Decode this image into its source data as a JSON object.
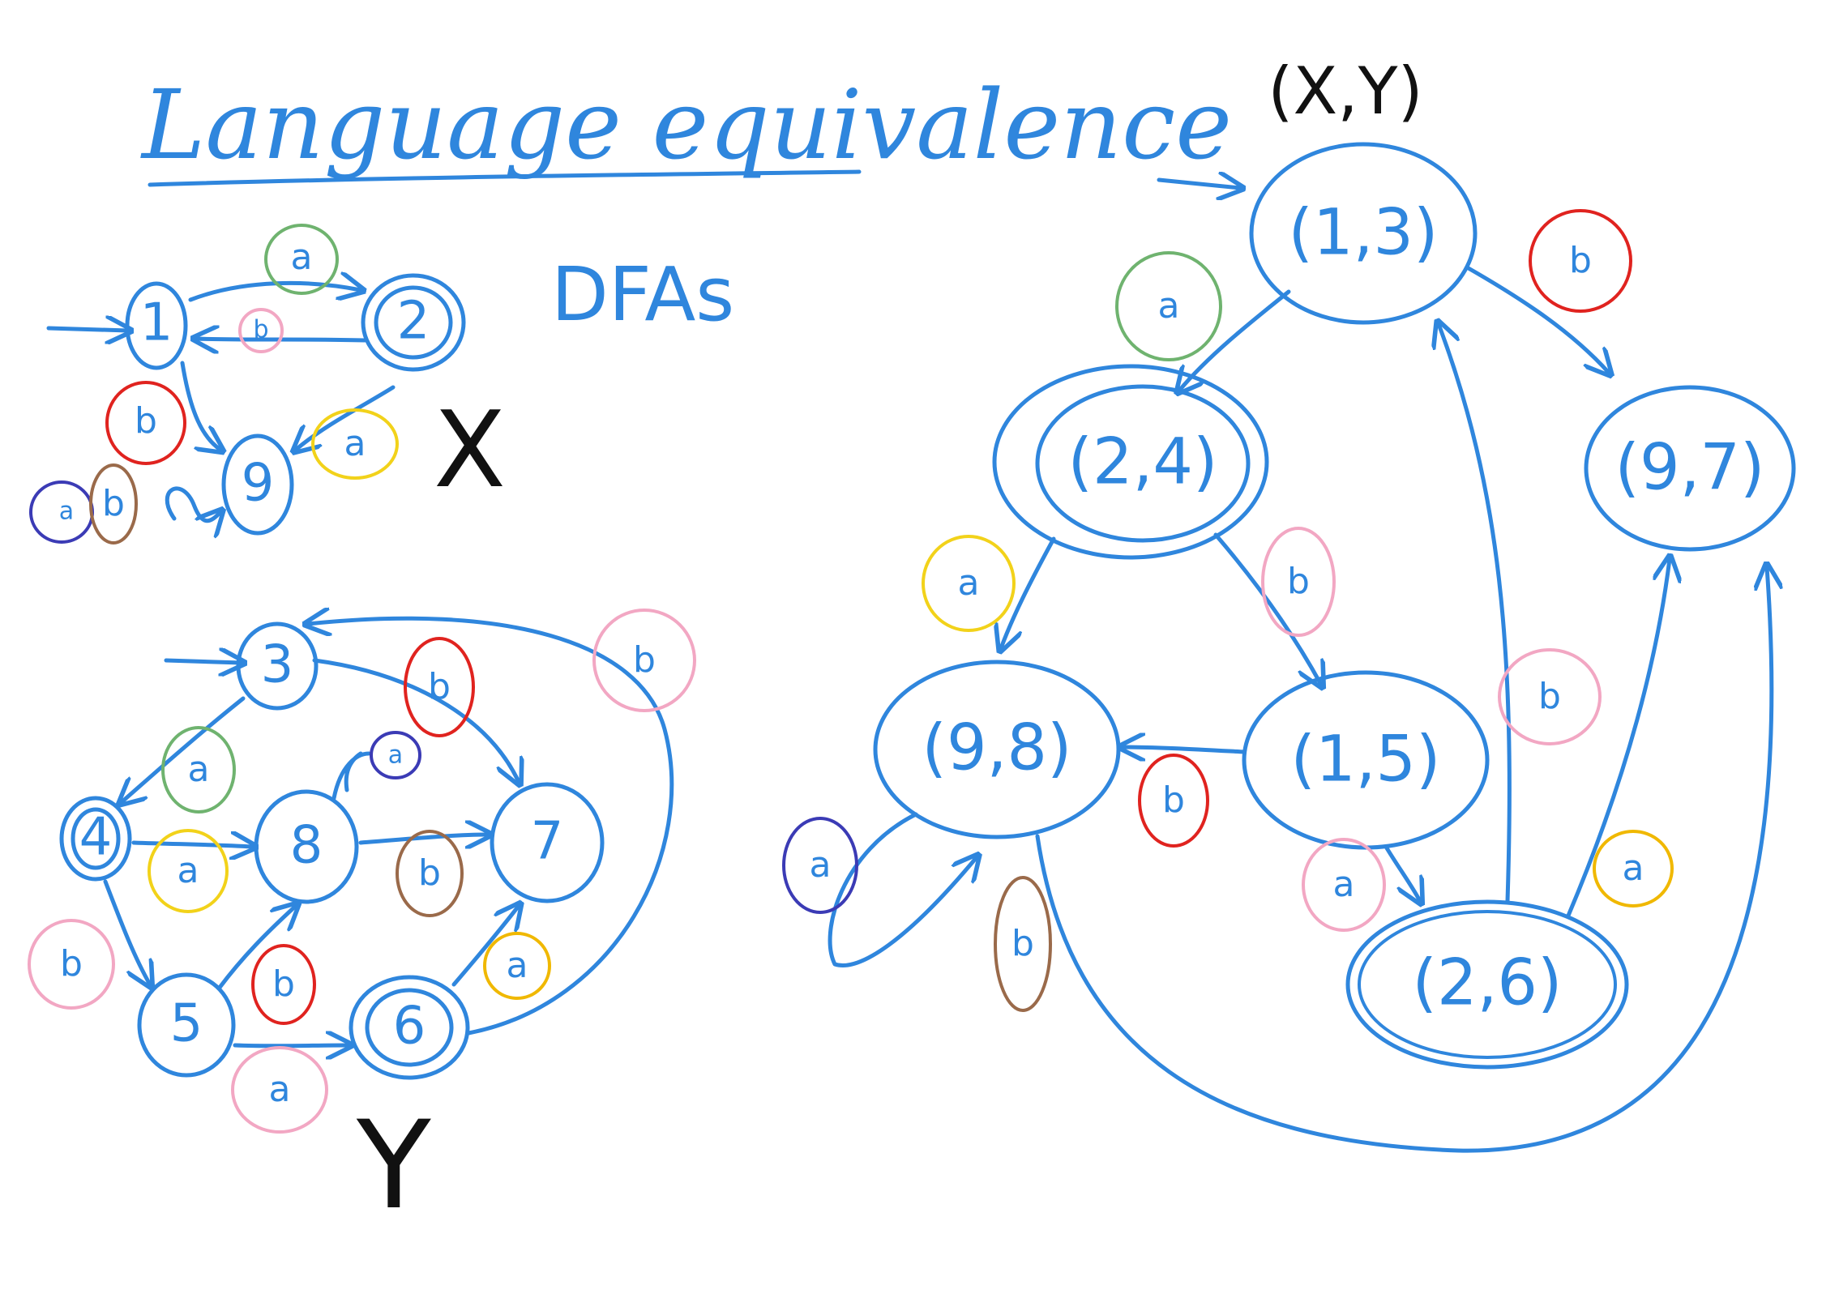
{
  "title": "Language equivalence",
  "subtitle": "DFAs",
  "dfa_x": {
    "name": "X",
    "states": [
      "1",
      "2",
      "9"
    ]
  },
  "dfa_y": {
    "name": "Y",
    "states": [
      "3",
      "4",
      "8",
      "7",
      "5",
      "6"
    ]
  },
  "product": {
    "header": "(X,Y)",
    "states": [
      "(1,3)",
      "(2,4)",
      "(9,7)",
      "(9,8)",
      "(1,5)",
      "(2,6)"
    ]
  },
  "symbols": {
    "a": "a",
    "b": "b",
    "ab": "a,b"
  },
  "colors": {
    "ink": "#2f86dd",
    "black": "#111111",
    "green": "#6fb36f",
    "pink": "#f2a7c3",
    "red": "#e0231f",
    "yellow": "#f2d21a",
    "navy": "#3b3bb5",
    "brown": "#9a6a4a",
    "gold": "#f0b800"
  }
}
